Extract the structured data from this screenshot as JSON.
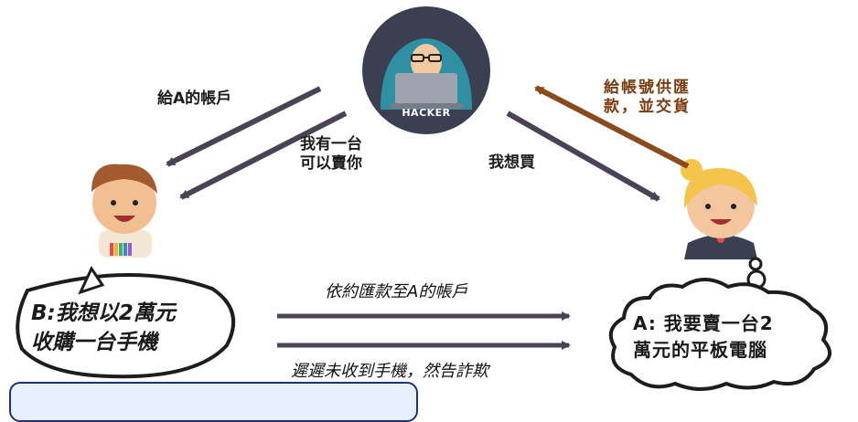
{
  "diagram": {
    "hacker": {
      "label": "HACKER"
    },
    "edges": {
      "hacker_to_b_account": "給A的帳戶",
      "hacker_to_b_offer_line1": "我有一台",
      "hacker_to_b_offer_line2": "可以賣你",
      "a_to_hacker": "我想買",
      "hacker_to_a_line1": "給帳號供匯",
      "hacker_to_a_line2": "款，並交貨",
      "b_to_a_pay": "依約匯款至A的帳戶",
      "b_to_a_fraud": "遲遲未收到手機，然告詐欺"
    },
    "person_b_bubble": {
      "line1": "B:我想以2萬元",
      "line2": "收購一台手機"
    },
    "person_a_bubble": {
      "line1": "A: 我要賣一台2",
      "line2": "萬元的平板電腦"
    },
    "colors": {
      "arrow_dark": "#4a4356",
      "arrow_brown": "#8a4a1c",
      "hacker_circle": "#3b3f52",
      "hoodie": "#2f8fa3",
      "panel_border": "#1f2f7a"
    }
  }
}
